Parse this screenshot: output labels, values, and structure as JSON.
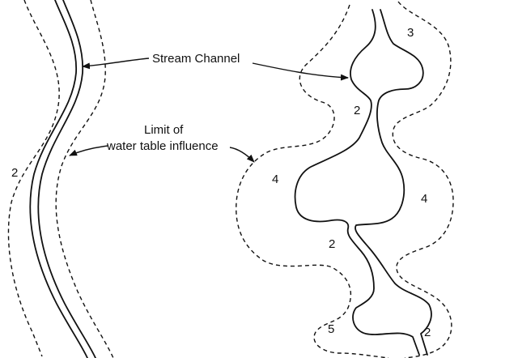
{
  "labels": {
    "stream_channel": "Stream Channel",
    "limit_line1": "Limit of",
    "limit_line2": "water table influence"
  },
  "zones": {
    "left": "2",
    "top_right": "3",
    "right_upper": "2",
    "left_middle": "4",
    "right_middle": "4",
    "lower_middle": "2",
    "bottom_left": "5",
    "bottom_right": "2"
  }
}
